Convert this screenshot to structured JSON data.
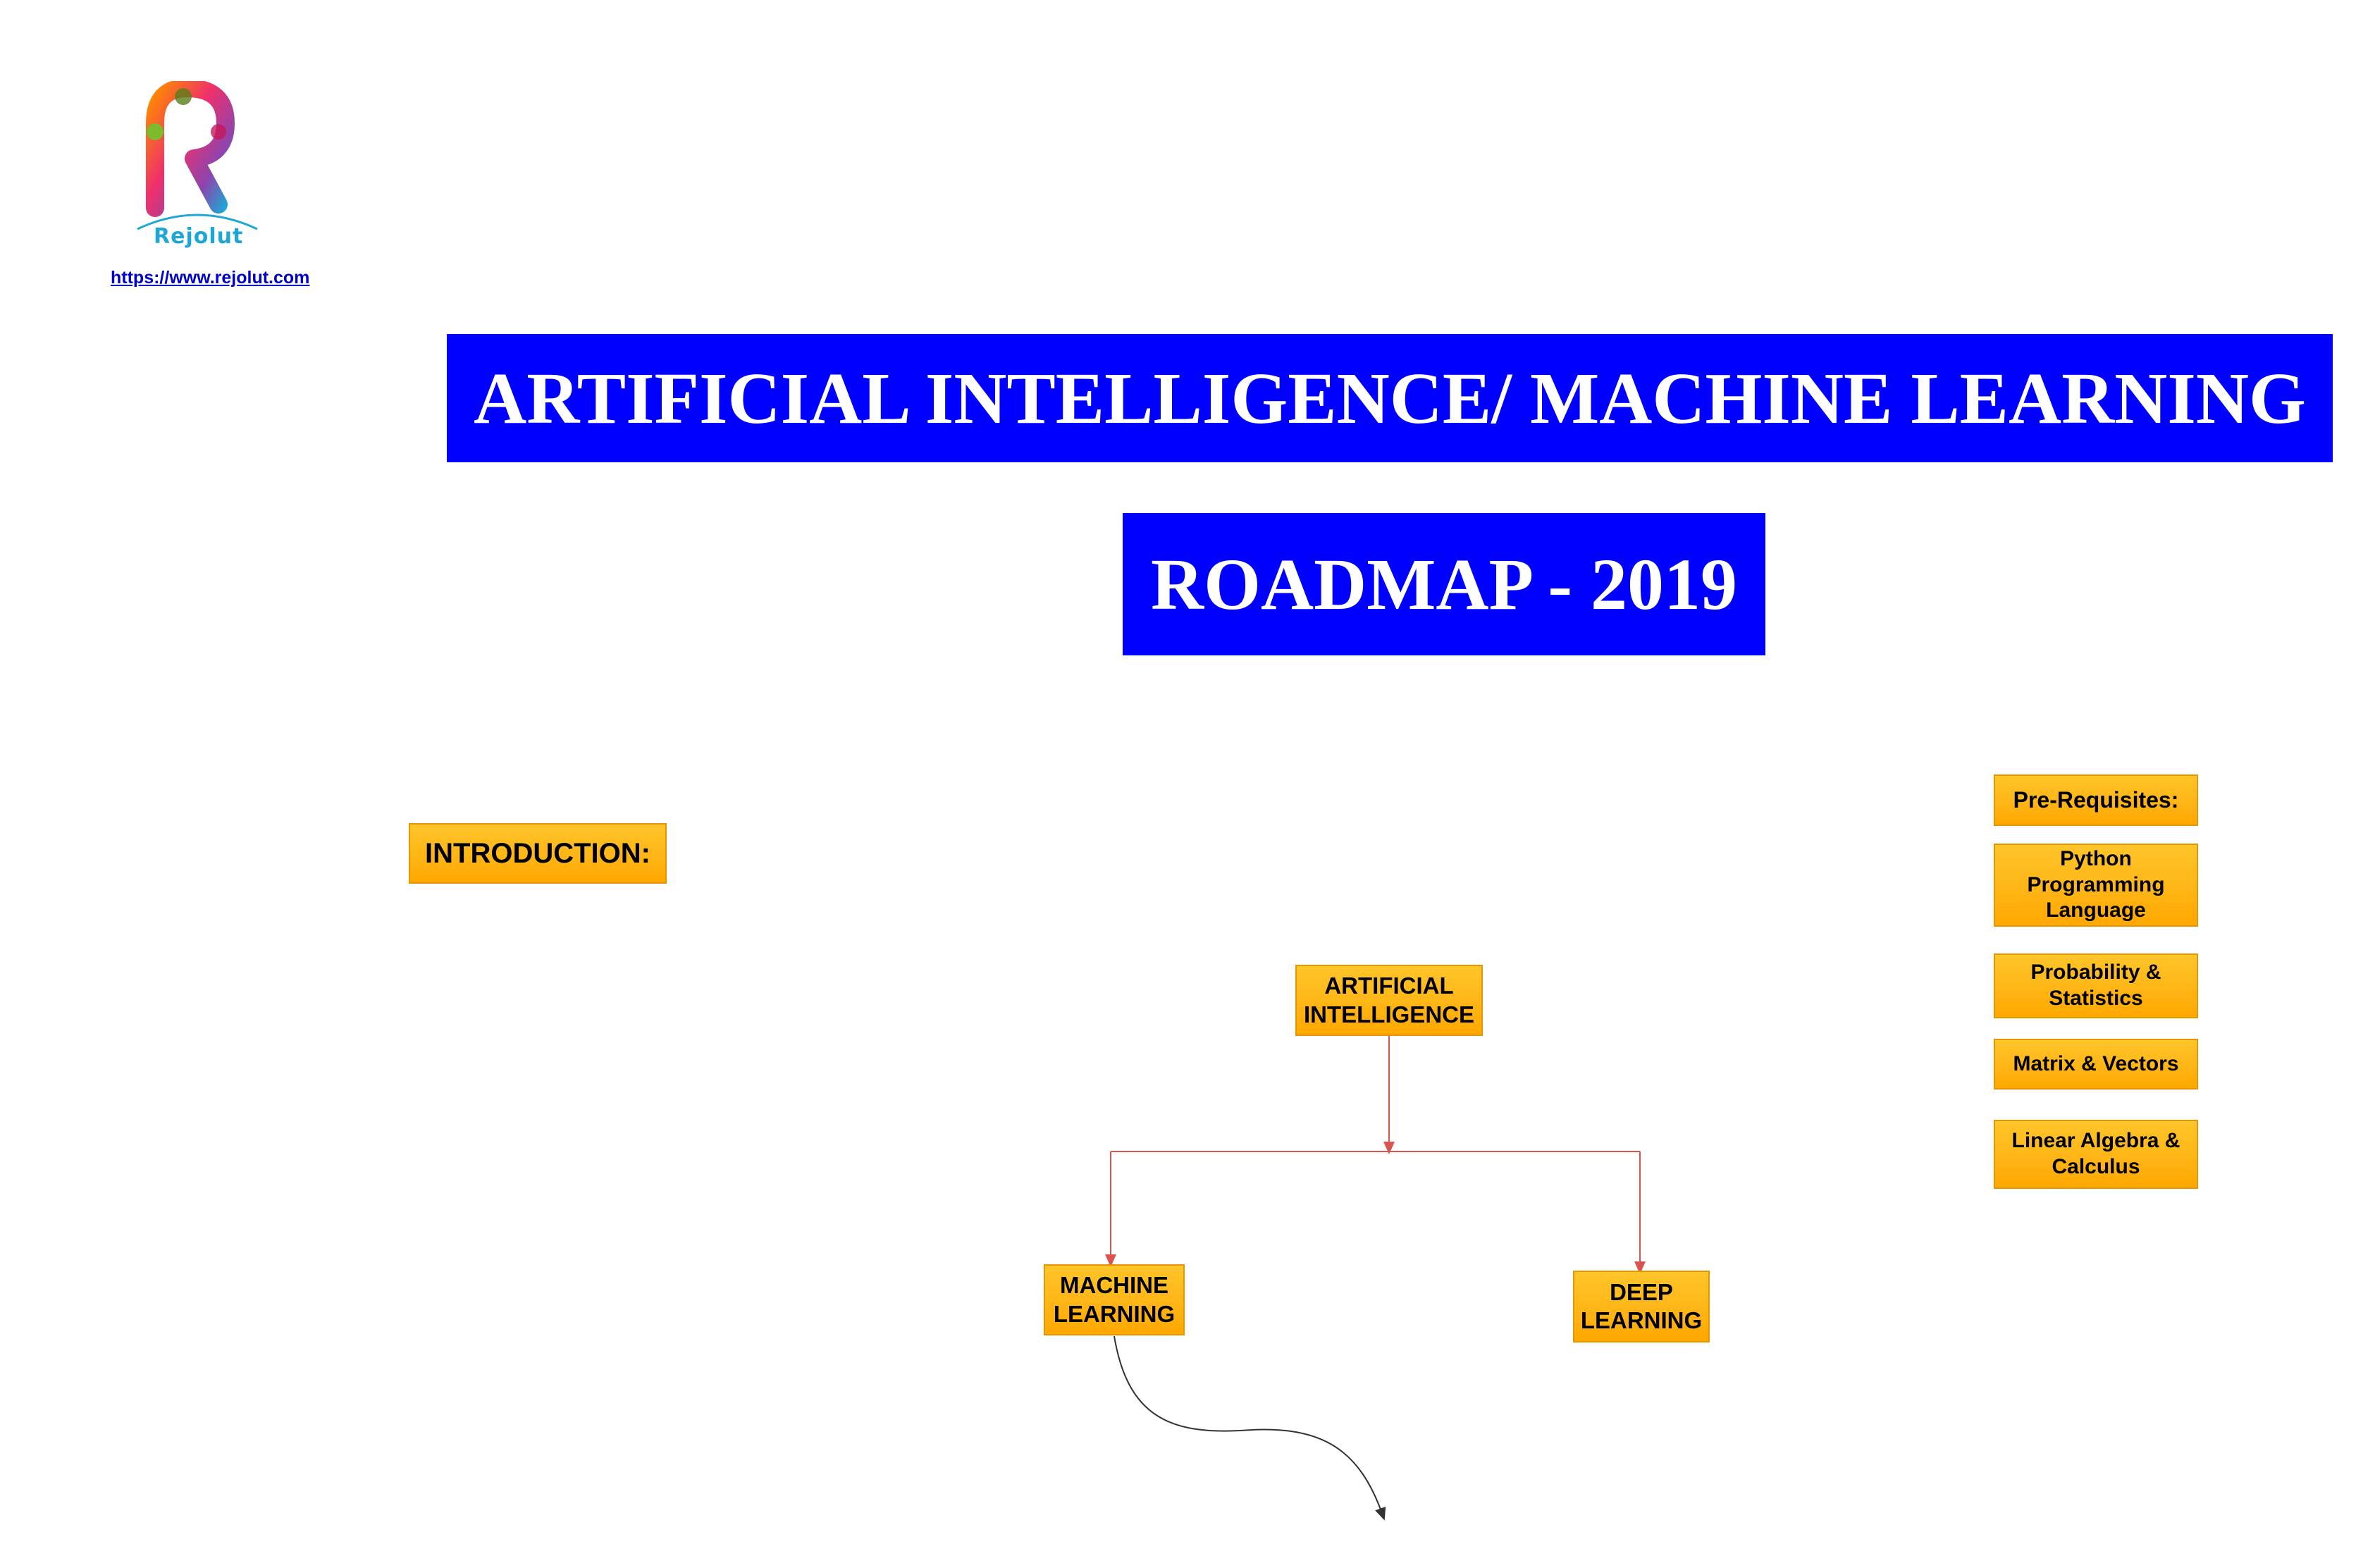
{
  "logo": {
    "name": "Rejolut",
    "url_text": "https://www.rejolut.com"
  },
  "banner": {
    "title": "ARTIFICIAL INTELLIGENCE/ MACHINE LEARNING",
    "subtitle": "ROADMAP - 2019"
  },
  "intro": {
    "label": "INTRODUCTION:"
  },
  "tree": {
    "root": {
      "line1": "ARTIFICIAL",
      "line2": "INTELLIGENCE"
    },
    "left": {
      "line1": "MACHINE",
      "line2": "LEARNING"
    },
    "right": {
      "line1": "DEEP",
      "line2": "LEARNING"
    }
  },
  "prerequisites": {
    "heading": "Pre-Requisites:",
    "items": [
      {
        "line1": "Python",
        "line2": "Programming",
        "line3": "Language"
      },
      {
        "line1": "Probability &",
        "line2": "Statistics"
      },
      {
        "line1": "Matrix & Vectors"
      },
      {
        "line1": "Linear Algebra &",
        "line2": "Calculus"
      }
    ]
  },
  "colors": {
    "banner": "#0000ff",
    "box": "#ffb414",
    "connector_tree": "#d9534f",
    "connector_curve": "#333333",
    "link": "#0000cc"
  }
}
